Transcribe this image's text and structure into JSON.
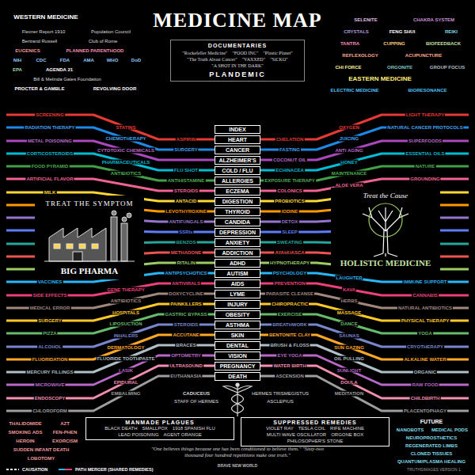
{
  "diagram": {
    "title": "MEDICINE MAP",
    "caption": "\"One believes things because one has been conditioned to believe them.\" \"Sixty-two thousand four hundred repetitions make one truth.\"",
    "nodes": [
      {
        "text": [
          "DOCUMENTARIES",
          "\"Rockefeller Medicine\"",
          "\"FOOD INC\"",
          "\"Plastic Planet\"",
          "\"The Truth About Cancer\"",
          "\"VAXXED\"",
          "\"SiCKO\"",
          "\"A SHOT IN THE DARK\"",
          "PLANDEMIC"
        ]
      },
      {
        "text": [
          "INDEX"
        ]
      },
      {
        "text": [
          "HEART"
        ]
      },
      {
        "text": [
          "CANCER"
        ]
      },
      {
        "text": [
          "ALZHEIMER'S"
        ]
      },
      {
        "text": [
          "COLD / FLU"
        ]
      },
      {
        "text": [
          "ALLERGIES"
        ]
      },
      {
        "text": [
          "ECZEMA"
        ]
      },
      {
        "text": [
          "DIGESTION"
        ]
      },
      {
        "text": [
          "THYROID"
        ]
      },
      {
        "text": [
          "CANDIDA"
        ]
      },
      {
        "text": [
          "DEPRESSION"
        ]
      },
      {
        "text": [
          "ANXIETY"
        ]
      },
      {
        "text": [
          "ADDICTION"
        ]
      },
      {
        "text": [
          "ADHD"
        ]
      },
      {
        "text": [
          "AUTISM"
        ]
      },
      {
        "text": [
          "AIDS"
        ]
      },
      {
        "text": [
          "LYME"
        ]
      },
      {
        "text": [
          "INJURY"
        ]
      },
      {
        "text": [
          "OBESITY"
        ]
      },
      {
        "text": [
          "ASTHMA"
        ]
      },
      {
        "text": [
          "SKIN"
        ]
      },
      {
        "text": [
          "DENTAL"
        ]
      },
      {
        "text": [
          "VISION"
        ]
      },
      {
        "text": [
          "PREGNANCY"
        ]
      },
      {
        "text": [
          "DEATH"
        ]
      },
      {
        "text": [
          "TREAT THE SYMPTOM",
          "BIG PHARMA"
        ]
      },
      {
        "text": [
          "Treat the Cause",
          "HOLISTIC MEDICINE"
        ]
      },
      {
        "text": [
          "MANMADE PLAGUES",
          "BLACK DEATH",
          "SMALLPOX",
          "1918 SPANISH FLU",
          "LEAD POISONING",
          "AGENT ORANGE"
        ]
      },
      {
        "text": [
          "SUPPRESSED REMEDIES",
          "VIOLET RAY",
          "TESLA COIL",
          "RIFE MACHINE",
          "MULTI WAVE OSCILLATOR",
          "ORGONE BOX",
          "PHILOSOPHER'S STONE"
        ]
      }
    ],
    "labels": [
      "WESTERN MEDICINE",
      "Flexner Report 1910",
      "Population Council",
      "Bertrand Russell",
      "Club of Rome",
      "EUGENICS",
      "PLANNED PARENTHOOD",
      "NIH",
      "CDC",
      "FDA",
      "AMA",
      "WHO",
      "DoD",
      "EPA",
      "AGENDA 21",
      "Bill & Melinda Gates Foundation",
      "PROCTER & GAMBLE",
      "REVOLVING DOOR",
      "SELENITE",
      "CHAKRA SYSTEM",
      "CRYSTALS",
      "FENG SHUI",
      "REIKI",
      "TANTRA",
      "CUPPING",
      "BIOFEEDBACK",
      "REFLEXOLOGY",
      "ACUPUNCTURE",
      "CHI FORCE",
      "ORGONITE",
      "GROUP FOCUS",
      "EASTERN MEDICINE",
      "ELECTRIC MEDICINE",
      "BIORESONANCE",
      "SCREENING",
      "STATINS",
      "ASPIRIN",
      "CHELATION",
      "OXYGEN",
      "LIGHT THERAPY",
      "RADIATION THERAPY",
      "CHEMOTHERAPY",
      "SURGERY",
      "FASTING",
      "JUICING",
      "NATURAL CANCER PROTOCOLS",
      "METAL POISONING",
      "CYTOTOXIC CHEMICALS",
      "COCONUT OIL",
      "ANTI AGING",
      "SUPERFOODS",
      "CORTICOSTEROIDS",
      "PHARMACEUTICALS",
      "FLU SHOT",
      "ECHINACEA",
      "HONEY",
      "ESSENTIAL OILS",
      "FOOD PYRAMID",
      "ANTIBIOTICS",
      "ANTIHISTAMINE",
      "EXPOSURE THERAPY",
      "MAINTENANCE",
      "NATURE",
      "ARTIFICIAL FLAVOR",
      "STEROIDS",
      "COLONICS",
      "ALOE VERA",
      "GROUNDING",
      "MILK",
      "ANTACID",
      "PROBIOTICS",
      "LEVOTHYROXINE",
      "IODINE",
      "ANTIFUNGALS",
      "DETOX",
      "SSRIs",
      "SLEEP",
      "BENZOS",
      "SWEATING",
      "METHADONE",
      "AYAHUASCA",
      "RITALIN",
      "HYPNOTHERAPY",
      "VACCINES",
      "ANTIPSYCHOTICS",
      "PSYCHOLOGY",
      "LAUGHTER",
      "IMMUNE SUPPORT",
      "SIDE EFFECTS",
      "GENE THERAPY",
      "ANTIVIRALS",
      "PREVENTION",
      "KAVA",
      "CANNABIS",
      "MEDICAL ERROR",
      "ANTIBIOTICS",
      "DOXYCYCLINE",
      "PARASITE CLEANSE",
      "HERBS",
      "NATURAL ANTIBIOTICS",
      "SURGERY",
      "HOSPITALS",
      "PAINKILLERS",
      "CHIROPRACTIC",
      "MASSAGE",
      "PHYSICAL THERAPY",
      "PIZZA",
      "LIPOSUCTION",
      "GASTRIC BYPASS",
      "EXERCISE",
      "DANCE",
      "YOGA",
      "ALCOHOL",
      "INHALERS",
      "STEROIDS",
      "BREATHWORK",
      "SAUNAS",
      "CRYOTHERAPY",
      "FLUORIDATION",
      "DERMATOLOGY",
      "ACCUTANE",
      "BENTONITE CLAY",
      "SUN GAZING",
      "ALKALINE WATER",
      "MERCURY FILLINGS",
      "FLUORIDE TOOTHPASTE",
      "BRACES",
      "BRUSH & FLOSS",
      "OIL PULLING",
      "ORGANIC",
      "MICROWAVE",
      "LASIK",
      "OPTOMETRY",
      "EYE YOGA",
      "SUNLIGHT",
      "RAW FOOD",
      "ENDOSCOPY",
      "EPIDURAL",
      "ULTRASOUND",
      "WATER BIRTH",
      "DOULA",
      "CHILDBIRTH",
      "CHLOROFORM",
      "EMBALMING",
      "EUTHANASIA",
      "ASCENSION",
      "MEDITATION",
      "PLACENTOPHAGY",
      "CADUCEUS",
      "STAFF OF HERMES",
      "HERMES TRISMEGISTUS",
      "ASCLEPIUS",
      "THALIDOMIDE",
      "AZT",
      "SMOKING ADS",
      "FEN-PHEN",
      "HEROIN",
      "EXORCISM",
      "SUDDEN INFANT DEATH",
      "LOBOTOMY",
      "FUTURE",
      "NANOBOTS",
      "MEDICAL PODS",
      "NEUROPROSTHETICS",
      "REGENERATED LIMBS",
      "CLONED TISSUES",
      "QUANTUM/PLASMA HEALING",
      "BRAVE NEW WORLD",
      "TRUTHSIMAGES VERSION 1"
    ],
    "legend": [
      {
        "text": "CAUSATION"
      },
      {
        "text": "PATH MERGER (SHARED REMEDIES)"
      }
    ]
  }
}
